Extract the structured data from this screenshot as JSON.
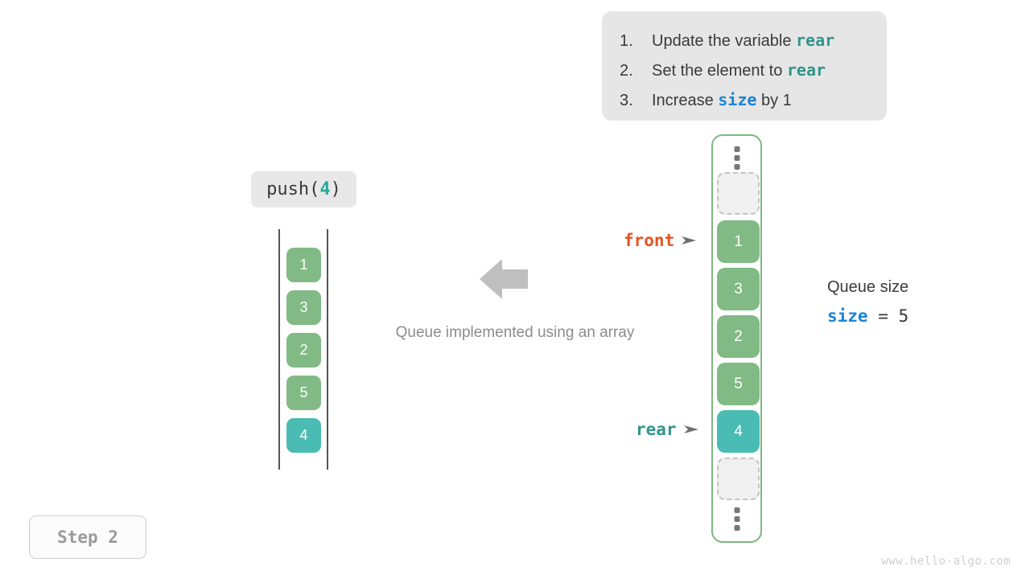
{
  "instructions": {
    "steps": [
      {
        "num": "1.",
        "pre": "Update the variable ",
        "code": "rear",
        "code_kind": "rear",
        "post": ""
      },
      {
        "num": "2.",
        "pre": "Set the element to ",
        "code": "rear",
        "code_kind": "rear",
        "post": ""
      },
      {
        "num": "3.",
        "pre": "Increase ",
        "code": "size",
        "code_kind": "size",
        "post": " by 1"
      }
    ]
  },
  "operation": {
    "name": "push(",
    "value": "4",
    "close": ")"
  },
  "left_array": {
    "cells": [
      {
        "value": "1",
        "color": "green"
      },
      {
        "value": "3",
        "color": "green"
      },
      {
        "value": "2",
        "color": "green"
      },
      {
        "value": "5",
        "color": "green"
      },
      {
        "value": "4",
        "color": "teal"
      }
    ]
  },
  "center": {
    "caption": "Queue implemented using an array",
    "arrow_direction": "left"
  },
  "ring_array": {
    "top_ellipsis": "⋮",
    "bottom_ellipsis": "⋮",
    "cells": [
      {
        "value": "",
        "kind": "empty"
      },
      {
        "value": "1",
        "kind": "green"
      },
      {
        "value": "3",
        "kind": "green"
      },
      {
        "value": "2",
        "kind": "green"
      },
      {
        "value": "5",
        "kind": "green"
      },
      {
        "value": "4",
        "kind": "teal"
      },
      {
        "value": "",
        "kind": "empty"
      }
    ]
  },
  "pointers": {
    "front": {
      "label": "front",
      "color": "#e8541f"
    },
    "rear": {
      "label": "rear",
      "color": "#309688"
    }
  },
  "size_panel": {
    "title": "Queue size",
    "var": "size",
    "operator": "=",
    "value": "5"
  },
  "step_badge": {
    "label": "Step 2"
  },
  "watermark": {
    "text": "www.hello-algo.com"
  },
  "colors": {
    "green": "#81ba84",
    "teal": "#4bbcb3",
    "orange": "#e8541f",
    "blue": "#1a85d6",
    "card_bg": "#e6e6e6",
    "border_green": "#7cb87f"
  }
}
